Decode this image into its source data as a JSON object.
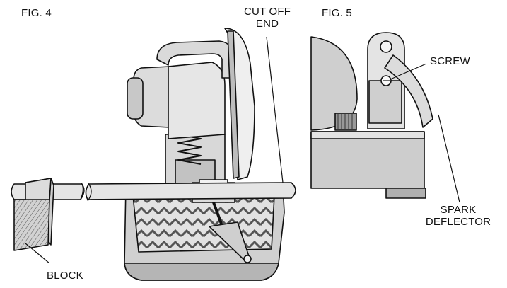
{
  "figure4": {
    "title": "FIG. 4",
    "label_cutoff_line1": "CUT OFF",
    "label_cutoff_line2": "END",
    "label_block": "BLOCK"
  },
  "figure5": {
    "title": "FIG. 5",
    "label_screw": "SCREW",
    "label_spark_line1": "SPARK",
    "label_spark_line2": "DEFLECTOR"
  },
  "colors": {
    "ink": "#111111",
    "machine_gray": "#d3d3d3",
    "machine_light": "#ebebeb",
    "machine_dark": "#8a8a8a",
    "wood": "#c9c9c9"
  }
}
